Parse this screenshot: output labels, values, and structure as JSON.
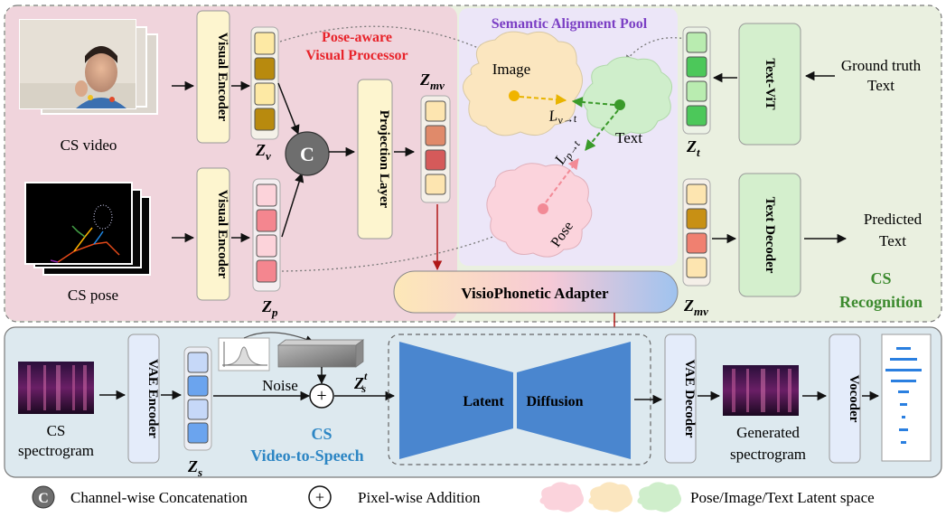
{
  "top_section": {
    "cs_video_label": "CS video",
    "cs_pose_label": "CS pose",
    "visual_encoder_top": "Visual Encoder",
    "visual_encoder_bottom": "Visual Encoder",
    "pose_aware_title_line1": "Pose-aware",
    "pose_aware_title_line2": "Visual Processor",
    "concat_symbol": "C",
    "projection_layer": "Projection Layer",
    "z_v": "Z",
    "z_v_sub": "v",
    "z_p": "Z",
    "z_p_sub": "p",
    "z_mv": "Z",
    "z_mv_sub": "mv",
    "z_t": "Z",
    "z_t_sub": "t",
    "z_mv2": "Z",
    "z_mv2_sub": "mv",
    "semantic_pool_title": "Semantic Alignment Pool",
    "pool_image": "Image",
    "pool_text": "Text",
    "pool_pose": "Pose",
    "loss_vt": "L",
    "loss_vt_sub": "v→t",
    "loss_pt": "L",
    "loss_pt_sub": "p→t",
    "text_vit": "Text-ViT",
    "text_decoder": "Text Decoder",
    "ground_truth_line1": "Ground truth",
    "ground_truth_line2": "Text",
    "predicted_line1": "Predicted",
    "predicted_line2": "Text",
    "cs_recognition_line1": "CS",
    "cs_recognition_line2": "Recognition",
    "adapter": "VisioPhonetic Adapter"
  },
  "bottom_section": {
    "cs_spectrogram_line1": "CS",
    "cs_spectrogram_line2": "spectrogram",
    "vae_encoder": "VAE Encoder",
    "z_s": "Z",
    "z_s_sub": "s",
    "noise": "Noise",
    "z_st": "Z",
    "z_st_sub": "s",
    "z_st_sup": "t",
    "plus_symbol": "+",
    "v2s_line1": "CS",
    "v2s_line2": "Video-to-Speech",
    "latent": "Latent",
    "diffusion": "Diffusion",
    "vae_decoder": "VAE Decoder",
    "generated_line1": "Generated",
    "generated_line2": "spectrogram",
    "vocoder": "Vocoder"
  },
  "legend": {
    "concat_symbol": "C",
    "concat_label": "Channel-wise Concatenation",
    "add_symbol": "+",
    "add_label": "Pixel-wise Addition",
    "latent_label": "Pose/Image/Text Latent space"
  },
  "colors": {
    "top_bg": "#eaf0e0",
    "visual_bg": "#f0d4dc",
    "pool_bg": "#ece6f8",
    "bottom_bg": "#dde9ef",
    "encoder_fill": "#fdf5cf",
    "green_box": "#d4efcd",
    "red_title": "#e8232a",
    "purple_title": "#7b3fc4",
    "green_title": "#3c8a2e",
    "blue_title": "#2d86c4",
    "diffusion_blue": "#4a86cf",
    "arrow_red": "#b01818"
  }
}
